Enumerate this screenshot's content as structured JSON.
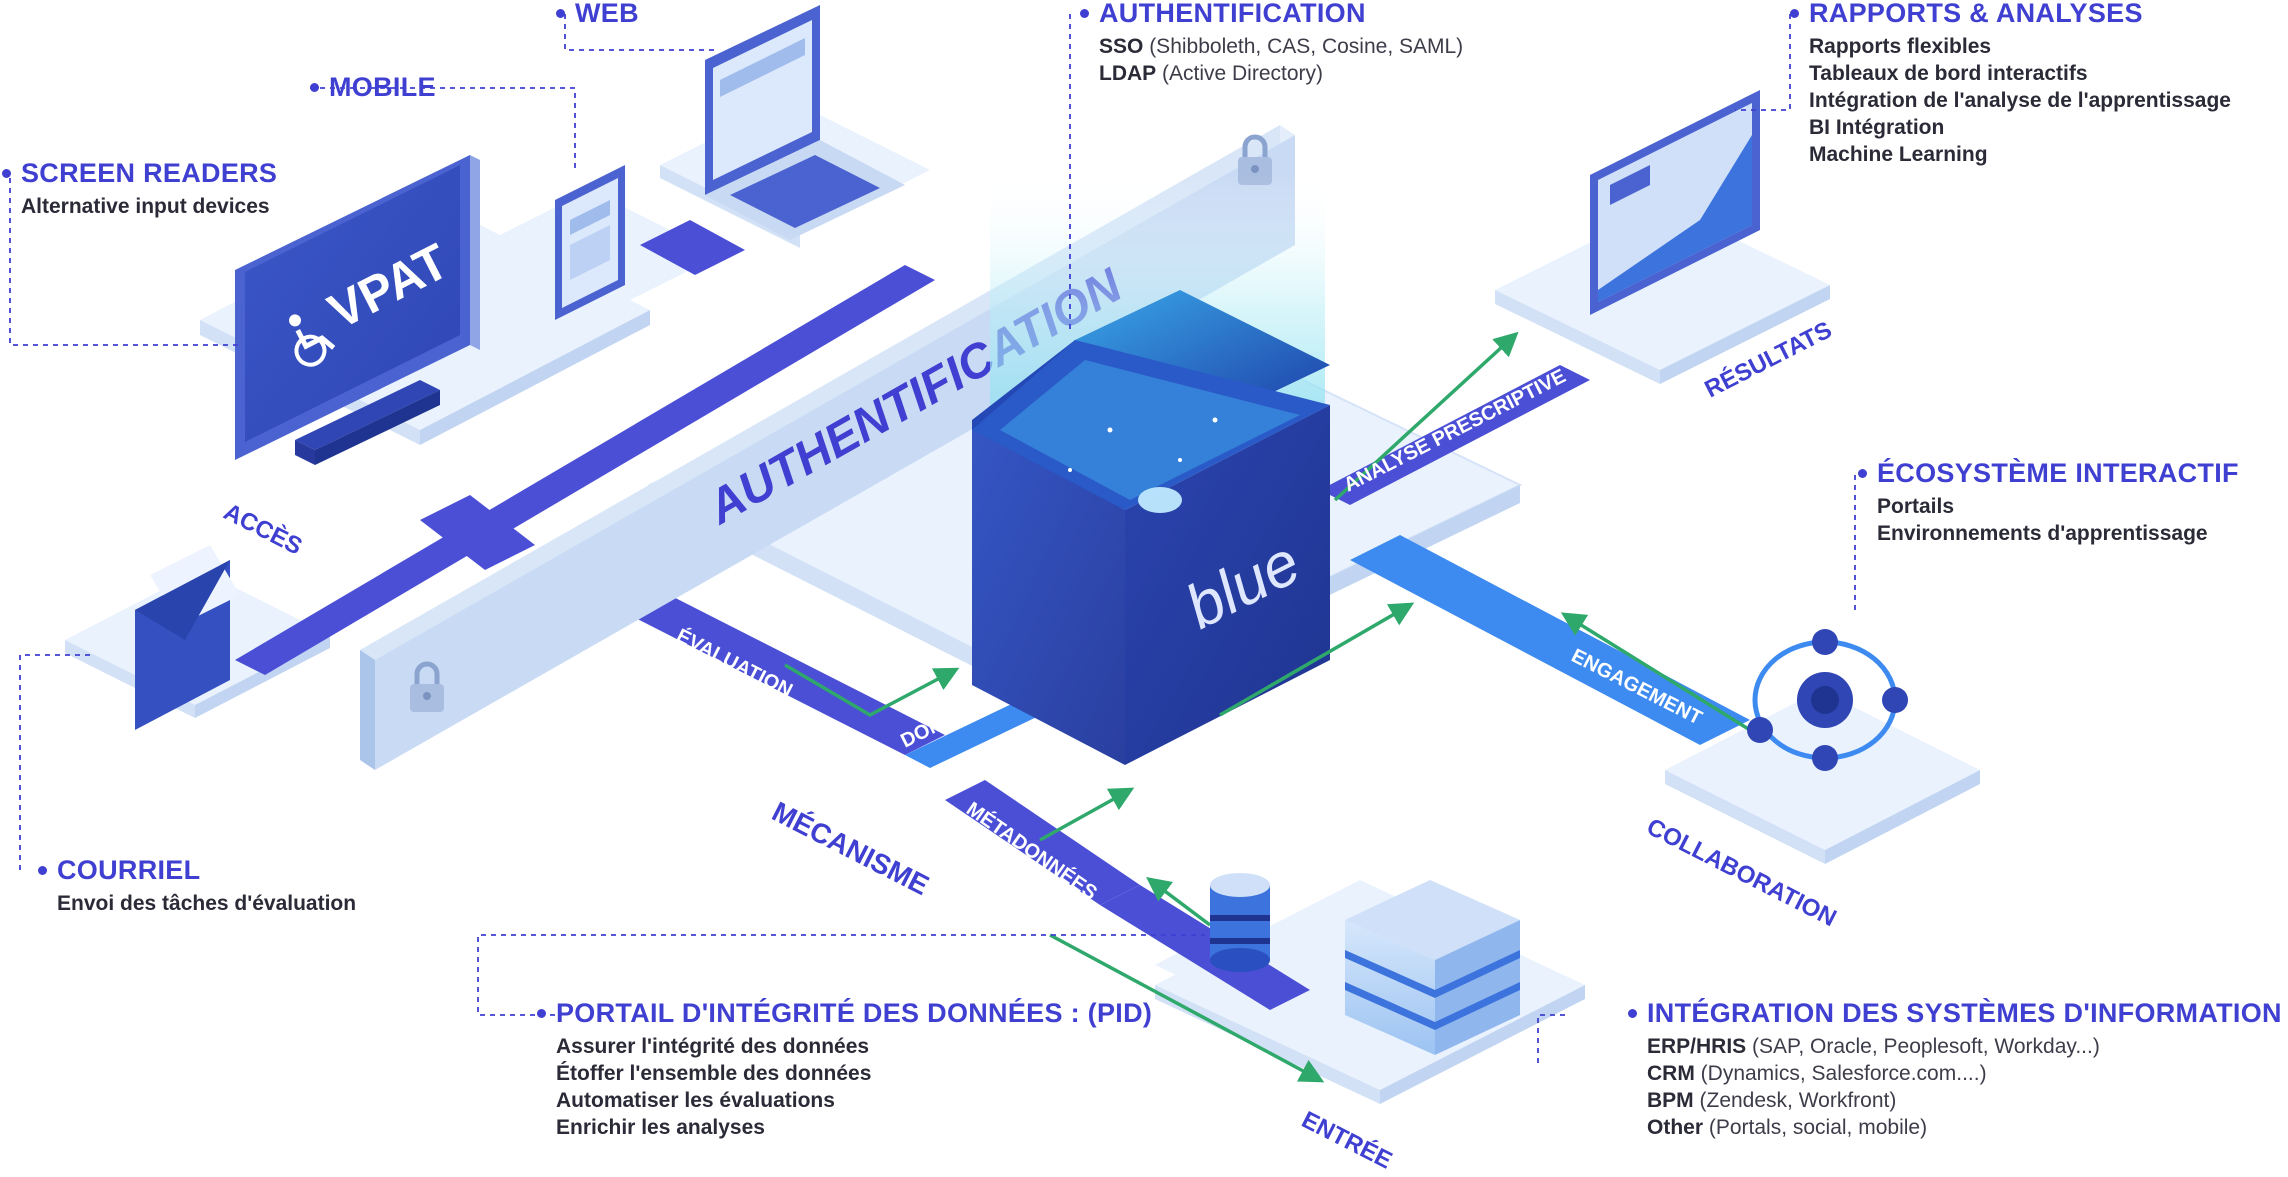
{
  "colors": {
    "accent": "#3f3fd1",
    "platform": "#e8f0fc",
    "cube_front": "#2f4ab3",
    "cube_side": "#2342a6",
    "arrow": "#2fa86b",
    "track": "#4b4fd6",
    "track_light": "#3d8bf0"
  },
  "cube": {
    "label": "blue"
  },
  "banner": {
    "text": "AUTHENTIFICATION"
  },
  "platforms": {
    "acces": "ACCÈS",
    "resultats": "RÉSULTATS",
    "collaboration": "COLLABORATION",
    "entree": "ENTRÉE",
    "mecanisme": "MÉCANISME"
  },
  "tracks": {
    "evaluation": "ÉVALUATION",
    "donnees": "DONNÉES",
    "metadonnees": "MÉTADONNÉES",
    "analyse": "ANALYSE PRESCRIPTIVE",
    "engagement": "ENGAGEMENT"
  },
  "devices": {
    "vpat_label": "VPAT",
    "icons": [
      "monitor-icon",
      "laptop-icon",
      "tablet-icon",
      "envelope-icon",
      "database-icon",
      "server-stack-icon",
      "network-hub-icon",
      "padlock-icon",
      "chart-screen-icon",
      "wheelchair-icon"
    ]
  },
  "callouts": {
    "web": {
      "title": "WEB"
    },
    "mobile": {
      "title": "MOBILE"
    },
    "screen_readers": {
      "title": "SCREEN READERS",
      "lines": [
        "Alternative input devices"
      ]
    },
    "courriel": {
      "title": "COURRIEL",
      "lines": [
        "Envoi des tâches d'évaluation"
      ]
    },
    "authentification": {
      "title": "AUTHENTIFICATION",
      "lines": [
        {
          "bold": "SSO",
          "rest": " (Shibboleth, CAS, Cosine, SAML)"
        },
        {
          "bold": "LDAP",
          "rest": " (Active Directory)"
        }
      ]
    },
    "rapports": {
      "title": "RAPPORTS & ANALYSES",
      "lines": [
        "Rapports flexibles",
        "Tableaux de bord interactifs",
        "Intégration de l'analyse de l'apprentissage",
        "BI Intégration",
        "Machine Learning"
      ]
    },
    "ecosysteme": {
      "title": "ÉCOSYSTÈME INTERACTIF",
      "lines": [
        "Portails",
        "Environnements d'apprentissage"
      ]
    },
    "pid": {
      "title": "PORTAIL D'INTÉGRITÉ DES DONNÉES : (PID)",
      "lines": [
        "Assurer l'intégrité des données",
        "Étoffer l'ensemble des données",
        "Automatiser les évaluations",
        "Enrichir les analyses"
      ]
    },
    "integration": {
      "title": "INTÉGRATION DES SYSTÈMES D'INFORMATION",
      "lines": [
        {
          "bold": "ERP/HRIS",
          "rest": " (SAP, Oracle, Peoplesoft, Workday...)"
        },
        {
          "bold": "CRM",
          "rest": " (Dynamics, Salesforce.com....)"
        },
        {
          "bold": "BPM",
          "rest": " (Zendesk, Workfront)"
        },
        {
          "bold": "Other",
          "rest": " (Portals, social, mobile)"
        }
      ]
    }
  }
}
